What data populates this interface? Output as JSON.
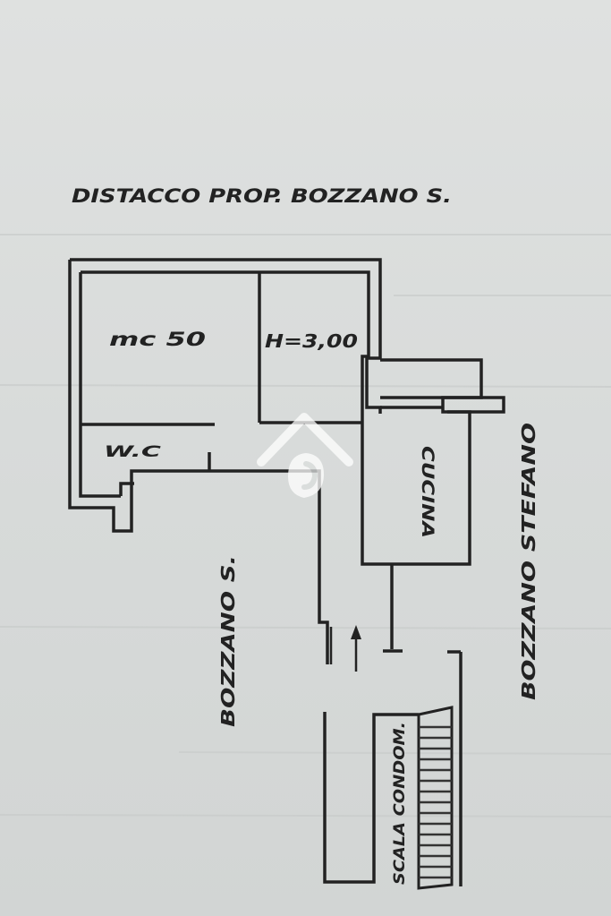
{
  "labels": {
    "header": "DISTACCO PROP. BOZZANO S.",
    "room_main": "mc 50",
    "room_height": "H=3,00",
    "wc": "W.C",
    "kitchen": "CUCINA",
    "neighbor_left": "BOZZANO S.",
    "neighbor_right": "BOZZANO STEFANO",
    "stairs": "SCALA CONDOM."
  },
  "colors": {
    "ink": "#222222",
    "paper": "#dcdfde",
    "watermark": "#ffffff"
  },
  "watermark": {
    "icon": "house-logo-icon"
  }
}
